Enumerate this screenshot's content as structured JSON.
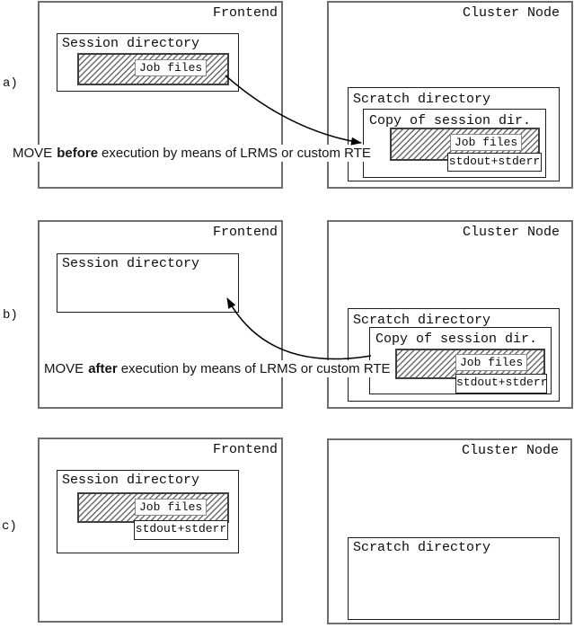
{
  "diagram": {
    "rows": [
      {
        "label": "a)",
        "frontend_title": "Frontend",
        "session_title": "Session directory",
        "job_files": "Job files",
        "cluster_title": "Cluster Node",
        "scratch_title": "Scratch directory",
        "copy_title": "Copy of session dir.",
        "copy_job_files": "Job files",
        "stdout_label": "stdout+stderr",
        "caption": {
          "pre": "MOVE",
          "emphasis": "before",
          "post": "execution by means of LRMS or custom RTE"
        }
      },
      {
        "label": "b)",
        "frontend_title": "Frontend",
        "session_title": "Session directory",
        "cluster_title": "Cluster Node",
        "scratch_title": "Scratch directory",
        "copy_title": "Copy of session dir.",
        "copy_job_files": "Job files",
        "stdout_label": "stdout+stderr",
        "caption": {
          "pre": "MOVE",
          "emphasis": "after",
          "post": "execution by means of LRMS or custom RTE"
        }
      },
      {
        "label": "c)",
        "frontend_title": "Frontend",
        "session_title": "Session directory",
        "job_files": "Job files",
        "stdout_label": "stdout+stderr",
        "cluster_title": "Cluster Node",
        "scratch_title": "Scratch directory"
      }
    ],
    "arrows": [
      {
        "name": "move-before-arrow",
        "from": "frontend-job-files",
        "to": "cluster-copy-of-session-dir"
      },
      {
        "name": "move-after-arrow",
        "from": "cluster-copy-of-session-dir",
        "to": "frontend-session-directory"
      }
    ],
    "colors": {
      "background": "#ffffff",
      "ink": "#000000",
      "outer_border": "#6e6e6e",
      "inner_border": "#1d1d1d",
      "hatch_line": "#6a6a6a"
    }
  }
}
